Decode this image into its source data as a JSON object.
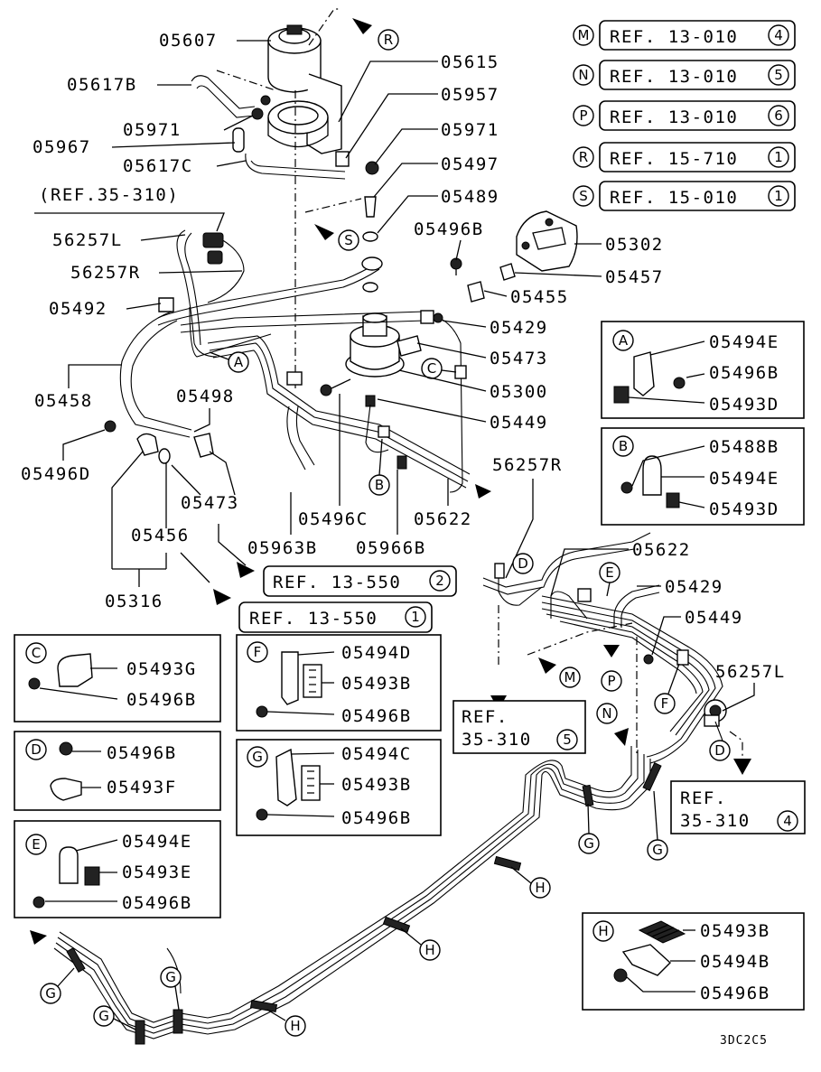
{
  "parts": {
    "p05607": "05607",
    "p05617B": "05617B",
    "p05615": "05615",
    "p05957": "05957",
    "p05971a": "05971",
    "p05971b": "05971",
    "p05967": "05967",
    "p05617C": "05617C",
    "p05497": "05497",
    "p05489": "05489",
    "ref35310": "(REF.35-310)",
    "p56257L_top": "56257L",
    "p56257R_top": "56257R",
    "p05492": "05492",
    "p05496B_top": "05496B",
    "p05302": "05302",
    "p05457": "05457",
    "p05455": "05455",
    "p05429_top": "05429",
    "p05473_top": "05473",
    "p05458": "05458",
    "p05498": "05498",
    "p05300": "05300",
    "p05449_top": "05449",
    "p05496D": "05496D",
    "p05473_mid": "05473",
    "p56257R_mid": "56257R",
    "p05496C": "05496C",
    "p05622_mid": "05622",
    "p05456": "05456",
    "p05963B": "05963B",
    "p05966B": "05966B",
    "p05316": "05316",
    "p05622_right": "05622",
    "p05429_right": "05429",
    "p05449_right": "05449",
    "p56257L_right": "56257L",
    "code": "3DC2C5"
  },
  "refs_top": [
    {
      "letter": "M",
      "text": "REF. 13-010",
      "num": "4"
    },
    {
      "letter": "N",
      "text": "REF. 13-010",
      "num": "5"
    },
    {
      "letter": "P",
      "text": "REF. 13-010",
      "num": "6"
    },
    {
      "letter": "R",
      "text": "REF. 15-710",
      "num": "1"
    },
    {
      "letter": "S",
      "text": "REF. 15-010",
      "num": "1"
    }
  ],
  "refs_mid": {
    "r1_text": "REF. 13-550",
    "r1_num": "2",
    "r2_text": "REF. 13-550",
    "r2_num": "1",
    "r3_line1": "REF.",
    "r3_line2": "35-310",
    "r3_num": "5",
    "r4_line1": "REF.",
    "r4_line2": "35-310",
    "r4_num": "4"
  },
  "legend_A": {
    "letter": "A",
    "items": [
      "05494E",
      "05496B",
      "05493D"
    ]
  },
  "legend_B": {
    "letter": "B",
    "items": [
      "05488B",
      "05494E",
      "05493D"
    ]
  },
  "legend_C": {
    "letter": "C",
    "items": [
      "05493G",
      "05496B"
    ]
  },
  "legend_D": {
    "letter": "D",
    "items": [
      "05496B",
      "05493F"
    ]
  },
  "legend_E": {
    "letter": "E",
    "items": [
      "05494E",
      "05493E",
      "05496B"
    ]
  },
  "legend_F": {
    "letter": "F",
    "items": [
      "05494D",
      "05493B",
      "05496B"
    ]
  },
  "legend_G": {
    "letter": "G",
    "items": [
      "05494C",
      "05493B",
      "05496B"
    ]
  },
  "legend_H": {
    "letter": "H",
    "items": [
      "05493B",
      "05494B",
      "05496B"
    ]
  },
  "callouts": {
    "A": "A",
    "B": "B",
    "C": "C",
    "D": "D",
    "E": "E",
    "F": "F",
    "G": "G",
    "H": "H",
    "M": "M",
    "N": "N",
    "P": "P",
    "R": "R",
    "S": "S"
  }
}
